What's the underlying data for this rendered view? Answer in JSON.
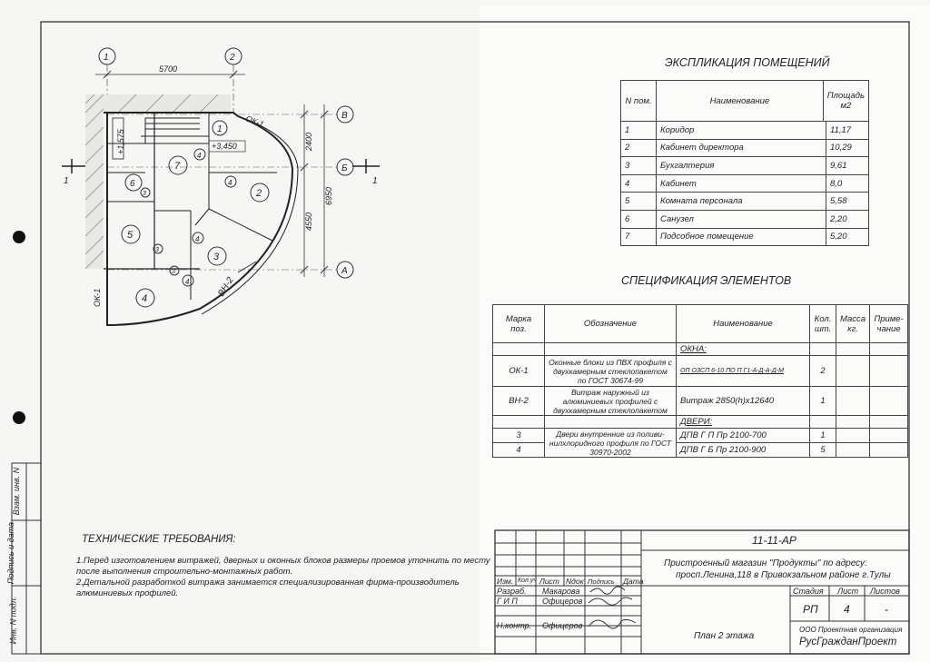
{
  "plan": {
    "axes": {
      "a1": "1",
      "a2": "2",
      "aV": "В",
      "aB": "Б",
      "aA": "А"
    },
    "dims": {
      "d5700": "5700",
      "d2400": "2400",
      "d4550": "4550",
      "d6950": "6950"
    },
    "levels": {
      "l1": "+1,575",
      "l2": "+3,450"
    },
    "windows": {
      "ok1_top": "ОК-1",
      "ok1_side": "ОК-1",
      "vn2": "ВН-2"
    },
    "section_marks": {
      "left": "1",
      "right": "1"
    },
    "rooms": {
      "r1": "1",
      "r2": "2",
      "r3": "3",
      "r4": "4",
      "r5": "5",
      "r6": "6",
      "r7": "7"
    },
    "doors": {
      "d4a": "4",
      "d4b": "4",
      "d4c": "4",
      "d4d": "4",
      "d3a": "3",
      "d3b": "3",
      "d3c": "3"
    }
  },
  "explication": {
    "title": "ЭКСПЛИКАЦИЯ ПОМЕЩЕНИЙ",
    "headers": {
      "num": "N пом.",
      "name": "Наименование",
      "area": "Площадь м2"
    },
    "rows": [
      {
        "n": "1",
        "name": "Коридор",
        "area": "11,17"
      },
      {
        "n": "2",
        "name": "Кабинет директора",
        "area": "10,29"
      },
      {
        "n": "3",
        "name": "Бухгалтерия",
        "area": "9,61"
      },
      {
        "n": "4",
        "name": "Кабинет",
        "area": "8,0"
      },
      {
        "n": "5",
        "name": "Комната персонала",
        "area": "5,58"
      },
      {
        "n": "6",
        "name": "Санузел",
        "area": "2,20"
      },
      {
        "n": "7",
        "name": "Подсобное помещение",
        "area": "5,20"
      }
    ]
  },
  "spec": {
    "title": "СПЕЦИФИКАЦИЯ ЭЛЕМЕНТОВ",
    "headers": {
      "mark": "Марка поз.",
      "desig": "Обозначение",
      "name": "Наименование",
      "qty": "Кол. шт.",
      "mass": "Масса кг.",
      "note": "Приме- чание"
    },
    "group_windows": "ОКНА:",
    "row1": {
      "mark": "ОК-1",
      "desig": "Оконные блоки из ПВХ профиля с двухкамерным стеклопакетом по ГОСТ 30674-99",
      "name": "ОП ОЗСП 6-10 ПО П Г1-А-Д-А-Д-М",
      "qty": "2"
    },
    "row2": {
      "mark": "ВН-2",
      "desig": "Витраж наружный из алюминиевых профилей с двухкамерным стеклопакетом",
      "name": "Витраж 2850(h)x12640",
      "qty": "1"
    },
    "group_doors": "ДВЕРИ:",
    "row3": {
      "mark": "3",
      "desig": "Двери внутренние из поливи- нилхлоридного профиля по ГОСТ 30970-2002",
      "name": "ДПВ Г П Пр 2100-700",
      "qty": "1"
    },
    "row4": {
      "mark": "4",
      "name": "ДПВ Г Б Пр 2100-900",
      "qty": "5"
    }
  },
  "tech": {
    "title": "ТЕХНИЧЕСКИЕ ТРЕБОВАНИЯ:",
    "l1": "1.Перед изготовлением витражей, дверных и оконных блоков размеры проемов уточнить по месту",
    "l2": "после выполнения строительно-монтажных работ.",
    "l3": "2.Детальной разработкой витража занимается специализированная фирма-производитель",
    "l4": "алюминиевых профилей."
  },
  "side_stamp": {
    "a": "Взам. инв. N",
    "b": "Подпись и дата",
    "c": "Инв. N подл."
  },
  "title_block": {
    "code": "11-11-АР",
    "desc1": "Пристроенный магазин \"Продукты\" по адресу:",
    "desc2": "просп.Ленина,118 в Привокзальном районе г.Тулы",
    "h_izm": "Изм.",
    "h_kol": "Кол.уч",
    "h_list": "Лист",
    "h_ndok": "Nдок",
    "h_sign": "Подпись",
    "h_date": "Дата",
    "r1_role": "Разраб.",
    "r1_name": "Макарова",
    "r2_role": "Г И П",
    "r2_name": "Офицеров",
    "r3_role": "Н.контр.",
    "r3_name": "Офицеров",
    "stage_h": "Стадия",
    "sheet_h": "Лист",
    "sheets_h": "Листов",
    "stage": "РП",
    "sheet": "4",
    "sheets": "-",
    "drawing": "План 2 этажа",
    "org1": "ООО Проектная организация",
    "org2": "РусГражданПроект"
  }
}
